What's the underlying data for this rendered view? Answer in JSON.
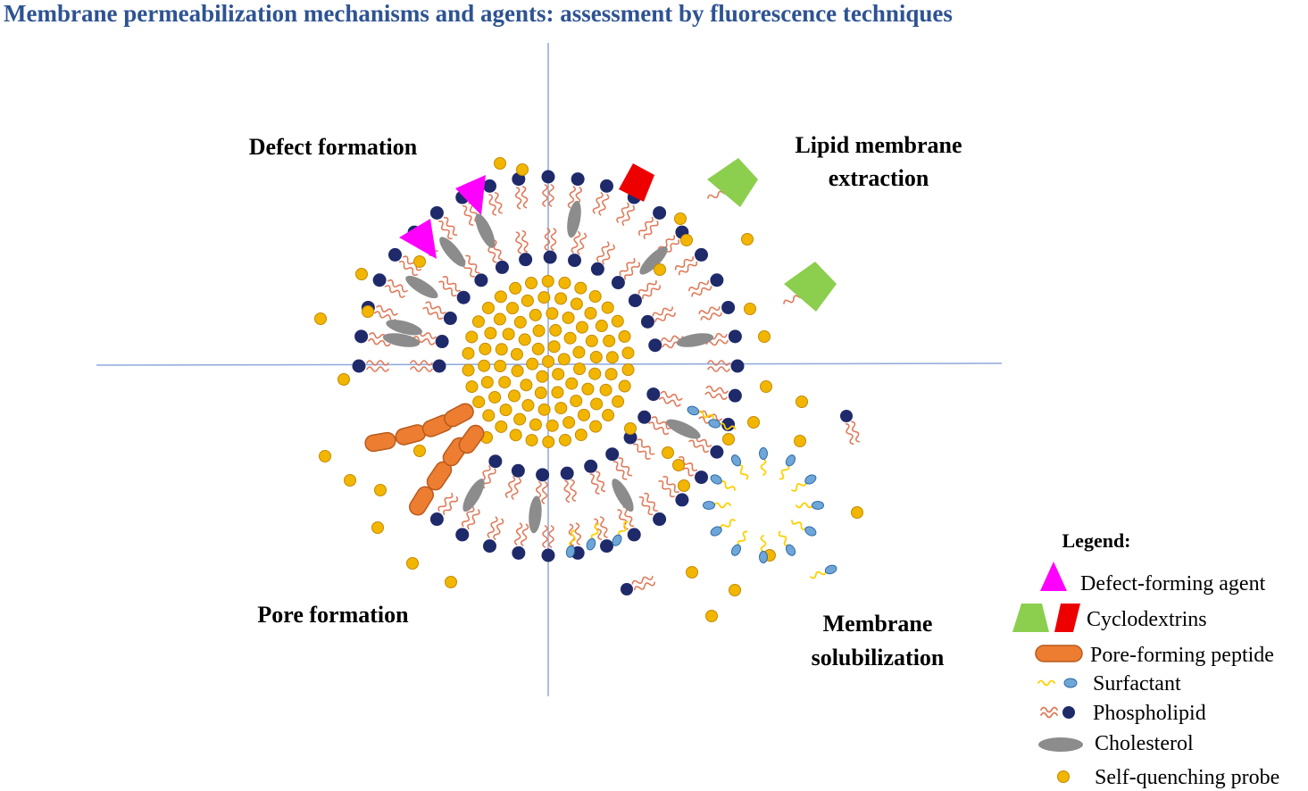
{
  "title": "Membrane permeabilization mechanisms and agents: assessment by fluorescence techniques",
  "quadrants": {
    "defect": "Defect formation",
    "extraction_line1": "Lipid membrane",
    "extraction_line2": "extraction",
    "pore": "Pore formation",
    "solubilization_line1": "Membrane",
    "solubilization_line2": "solubilization"
  },
  "legend": {
    "title": "Legend:",
    "items": [
      {
        "label": "Defect-forming agent",
        "icon": "magenta-triangle-icon"
      },
      {
        "label": "Cyclodextrins",
        "icon": "cyclodextrin-icon"
      },
      {
        "label": "Pore-forming peptide",
        "icon": "orange-capsule-icon"
      },
      {
        "label": "Surfactant",
        "icon": "surfactant-icon"
      },
      {
        "label": "Phospholipid",
        "icon": "phospholipid-icon"
      },
      {
        "label": "Cholesterol",
        "icon": "gray-ellipse-icon"
      },
      {
        "label": "Self-quenching probe",
        "icon": "yellow-dot-icon"
      }
    ]
  },
  "colors": {
    "title": "#2e5393",
    "axis": "#8ea9db",
    "head": "#1f2a6b",
    "tail": "#e07a5a",
    "probe": "#f2b600",
    "probe_stroke": "#c48a00",
    "cholesterol": "#8c8c8c",
    "defect_agent": "#ff00ff",
    "cyclodextrin_green": "#8cce4e",
    "cyclodextrin_red": "#ee0000",
    "peptide": "#ed7d31",
    "surfactant_head": "#6ea6d8",
    "surfactant_tail": "#ffd000"
  }
}
